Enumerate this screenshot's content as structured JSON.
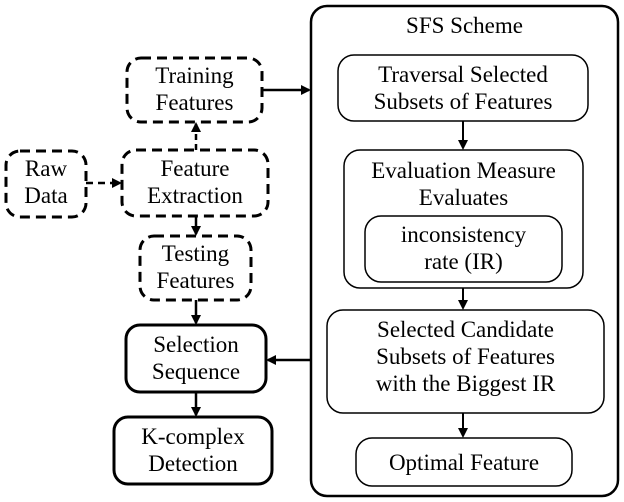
{
  "diagram": {
    "scheme_title": "SFS Scheme",
    "nodes": {
      "raw_data": [
        "Raw",
        "Data"
      ],
      "training_features": [
        "Training",
        "Features"
      ],
      "feature_extraction": [
        "Feature",
        "Extraction"
      ],
      "testing_features": [
        "Testing",
        "Features"
      ],
      "selection_sequence": [
        "Selection",
        "Sequence"
      ],
      "k_complex_detection": [
        "K-complex",
        "Detection"
      ],
      "traversal": [
        "Traversal Selected",
        "Subsets of Features"
      ],
      "evaluation": [
        "Evaluation Measure",
        "Evaluates"
      ],
      "inconsistency": [
        "inconsistency",
        "rate (IR)"
      ],
      "selected_candidate": [
        "Selected Candidate",
        "Subsets of Features",
        "with the Biggest IR"
      ],
      "optimal_feature": [
        "Optimal Feature"
      ]
    }
  }
}
